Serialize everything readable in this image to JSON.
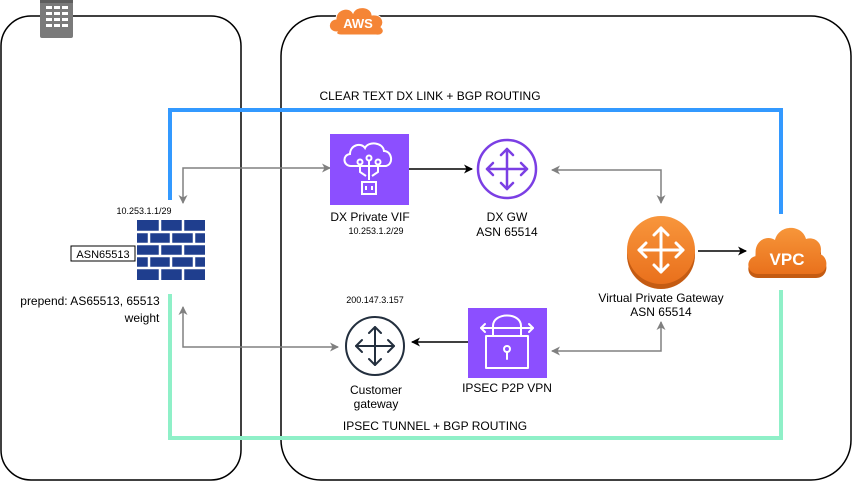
{
  "badges": {
    "aws": "AWS"
  },
  "onprem": {
    "ip": "10.253.1.1/29",
    "asn": "ASN65513",
    "prepend": "prepend: AS65513, 65513",
    "weight": "weight"
  },
  "links": {
    "dx_label": "CLEAR TEXT DX LINK + BGP ROUTING",
    "ipsec_label": "IPSEC TUNNEL + BGP ROUTING",
    "dx_color": "#3399ff",
    "ipsec_color": "#8ff0c8"
  },
  "nodes": {
    "vif": {
      "name": "DX Private VIF",
      "ip": "10.253.1.2/29"
    },
    "dxgw": {
      "name": "DX GW",
      "asn": "ASN 65514"
    },
    "vgw": {
      "name": "Virtual Private Gateway",
      "asn": "ASN 65514"
    },
    "vpc": {
      "name": "VPC"
    },
    "cgw": {
      "name_line1": "Customer",
      "name_line2": "gateway",
      "ip": "200.147.3.157"
    },
    "vpn": {
      "name": "IPSEC P2P VPN"
    }
  },
  "colors": {
    "purple": "#8c4fff",
    "orange": "#f58536",
    "navy": "#1f3e8e",
    "arrow_gray": "#808080"
  }
}
